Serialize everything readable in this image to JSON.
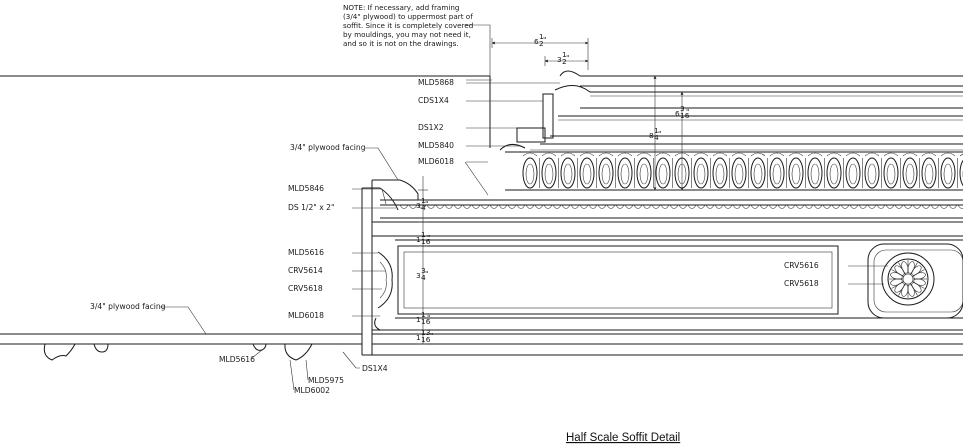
{
  "title": "Half Scale Soffit Detail",
  "note": [
    "NOTE:  If necessary, add framing",
    "(3/4\" plywood) to uppermost part of",
    "soffit.  Since it is completely covered",
    "by mouldings, you may not need it,",
    "and so it is not on the drawings."
  ],
  "labels": {
    "mld5868": "MLD5868",
    "cds1x4": "CDS1X4",
    "ds1x2": "DS1X2",
    "mld5840": "MLD5840",
    "mld6018_top": "MLD6018",
    "plywood_upper": "3/4\" plywood facing",
    "mld5846": "MLD5846",
    "ds_half_2": "DS 1/2\" x 2\"",
    "mld5616_left": "MLD5616",
    "crv5614": "CRV5614",
    "crv5618_left": "CRV5618",
    "plywood_lower": "3/4\" plywood facing",
    "mld6018_bottom": "MLD6018",
    "mld5616_bottom": "MLD5616",
    "ds1x4": "DS1X4",
    "mld5975": "MLD5975",
    "mld6002": "MLD6002",
    "crv5616_right": "CRV5616",
    "crv5618_right": "CRV5618"
  },
  "dims": {
    "top_width": {
      "whole": "6",
      "num": "1",
      "den": "2"
    },
    "top_inner": {
      "whole": "3",
      "num": "1",
      "den": "2"
    },
    "height_big": {
      "whole": "8",
      "num": "1",
      "den": "4"
    },
    "height_right": {
      "whole": "6",
      "num": "3",
      "den": "16"
    },
    "frieze": {
      "whole": "3",
      "num": "1",
      "den": "4"
    },
    "band_upper": {
      "whole": "1",
      "num": "1",
      "den": "16"
    },
    "panel": {
      "whole": "3",
      "num": "3",
      "den": "4"
    },
    "band_lower": {
      "whole": "1",
      "num": "1",
      "den": "16"
    },
    "base": {
      "whole": "1",
      "num": "13",
      "den": "16"
    }
  }
}
